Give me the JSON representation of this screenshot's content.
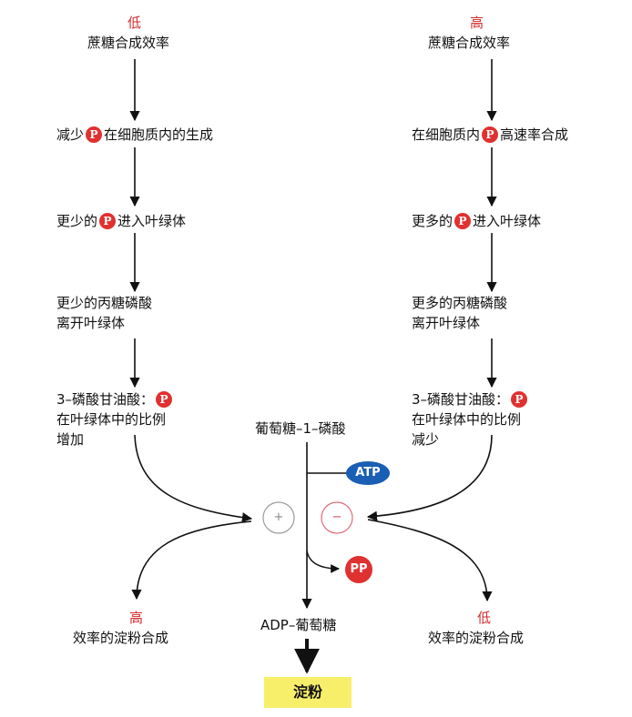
{
  "left": {
    "level_top": "低",
    "title": "蔗糖合成效率",
    "step1_a": "减少",
    "step1_b": "在细胞质内的生成",
    "step2_a": "更少的",
    "step2_b": "进入叶绿体",
    "step3_line1": "更少的丙糖磷酸",
    "step3_line2": "离开叶绿体",
    "step4_a": "3–磷酸甘油酸：",
    "step4_line2": "在叶绿体中的比例",
    "step4_line3": "增加",
    "level_bottom": "高",
    "bottom_label": "效率的淀粉合成"
  },
  "right": {
    "level_top": "高",
    "title": "蔗糖合成效率",
    "step1_a": "在细胞质内",
    "step1_b": "高速率合成",
    "step2_a": "更多的",
    "step2_b": "进入叶绿体",
    "step3_line1": "更多的丙糖磷酸",
    "step3_line2": "离开叶绿体",
    "step4_a": "3–磷酸甘油酸：",
    "step4_line2": "在叶绿体中的比例",
    "step4_line3": "减少",
    "level_bottom": "低",
    "bottom_label": "效率的淀粉合成"
  },
  "center": {
    "substrate": "葡萄糖–1–磷酸",
    "atp": "ATP",
    "pp": "PP",
    "plus": "+",
    "minus": "−",
    "product": "ADP–葡萄糖",
    "starch": "淀粉"
  },
  "phosphate_symbol": "P",
  "colors": {
    "phosphate_red": "#e03131",
    "atp_blue": "#1a5fb4",
    "starch_yellow": "#f7ef6a",
    "level_red": "#d42a2a"
  }
}
